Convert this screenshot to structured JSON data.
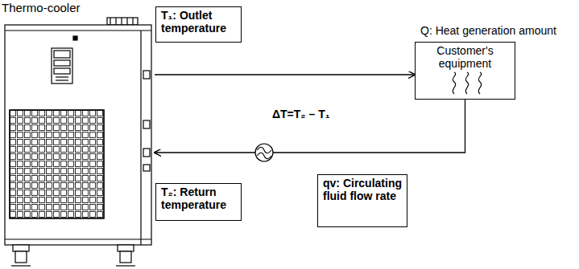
{
  "diagram": {
    "nodes": [
      {
        "text": [
          "Thermo-cooler"
        ]
      },
      {
        "text": [
          "T₁: Outlet temperature"
        ]
      },
      {
        "text": [
          "Customer's equipment"
        ]
      },
      {
        "text": [
          "T₂: Return temperature"
        ]
      },
      {
        "text": [
          "qv: Circulating fluid flow rate"
        ]
      }
    ],
    "edges": [
      {
        "from": 0,
        "to": 2,
        "arrow": "to"
      },
      {
        "from": 2,
        "to": 0,
        "arrow": "to"
      }
    ],
    "labels": [
      "Q: Heat generation amount",
      "ΔT=T₂ – T₁"
    ]
  }
}
